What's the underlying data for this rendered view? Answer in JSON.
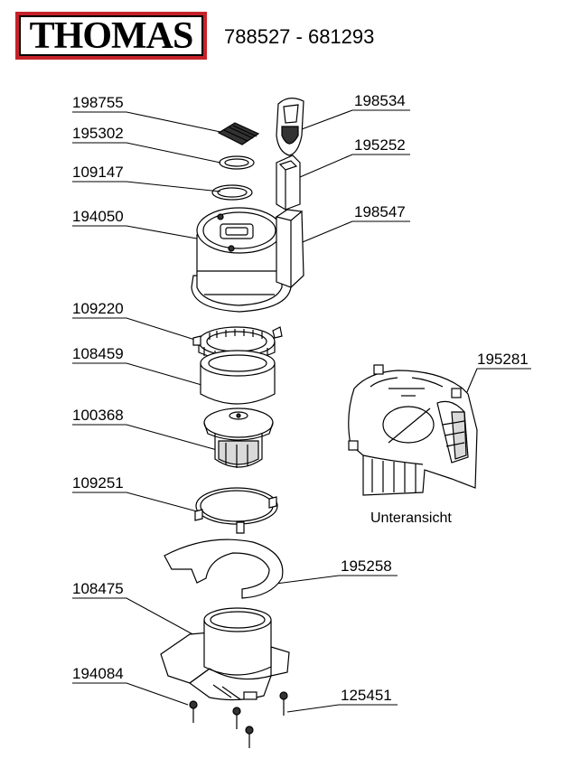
{
  "header": {
    "brand": "THOMAS",
    "model_numbers": "788527 - 681293"
  },
  "parts": [
    {
      "id": "198755"
    },
    {
      "id": "195302"
    },
    {
      "id": "109147"
    },
    {
      "id": "194050"
    },
    {
      "id": "198534"
    },
    {
      "id": "195252"
    },
    {
      "id": "198547"
    },
    {
      "id": "109220"
    },
    {
      "id": "108459"
    },
    {
      "id": "100368"
    },
    {
      "id": "109251"
    },
    {
      "id": "195281"
    },
    {
      "id": "195258"
    },
    {
      "id": "108475"
    },
    {
      "id": "194084"
    },
    {
      "id": "125451"
    }
  ],
  "bottom_view": {
    "caption": "Unteransicht"
  },
  "colors": {
    "logo_red": "#c7222a",
    "ink": "#000000"
  }
}
